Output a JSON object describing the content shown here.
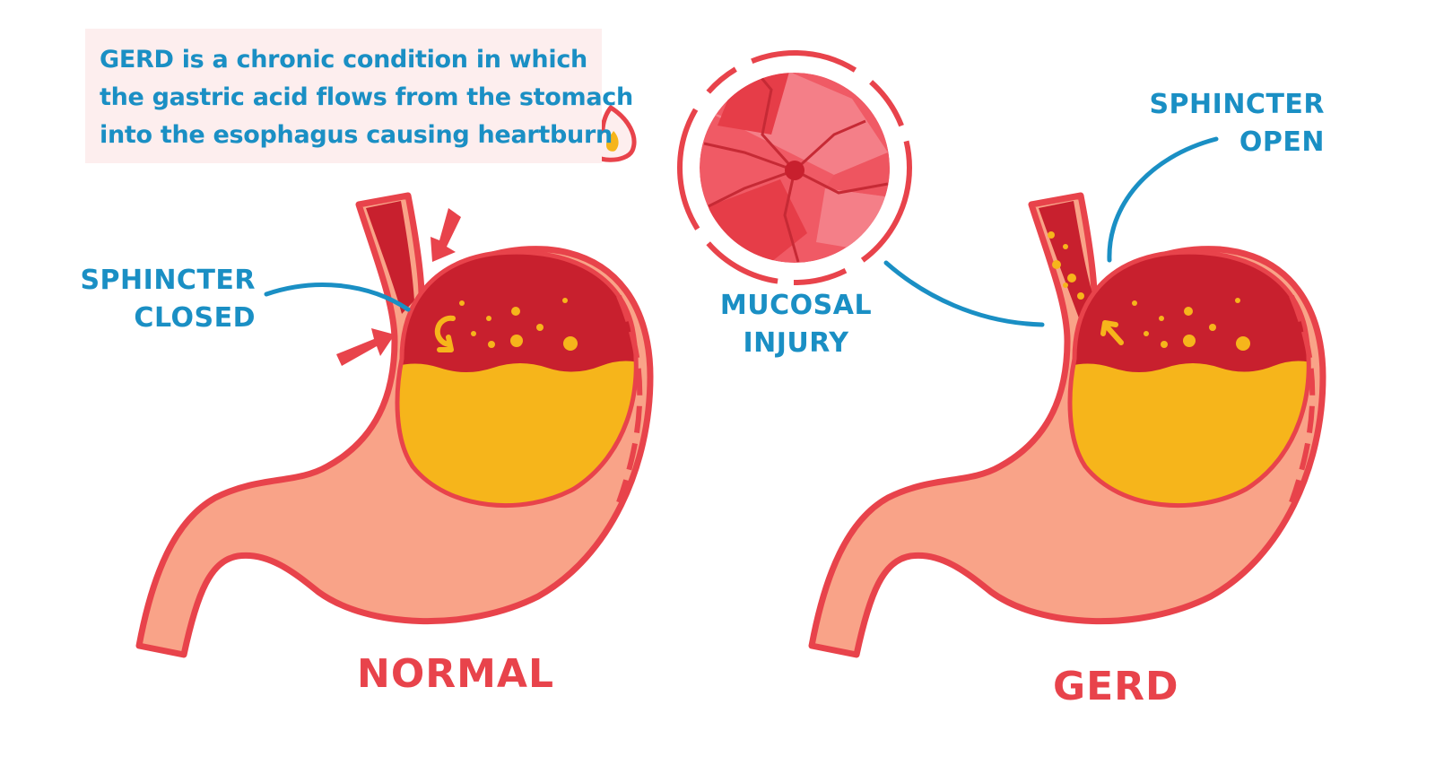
{
  "info_box": {
    "lines": [
      "GERD is a chronic condition in which",
      "the gastric acid flows from the stomach",
      "into the esophagus causing heartburn"
    ]
  },
  "labels": {
    "sphincter_closed": [
      "SPHINCTER",
      "CLOSED"
    ],
    "mucosal_injury": [
      "MUCOSAL",
      "INJURY"
    ],
    "sphincter_open": [
      "SPHINCTER",
      "OPEN"
    ],
    "normal": "NORMAL",
    "gerd": "GERD"
  },
  "icons": {
    "fire": "fire-icon",
    "arrow": "arrow-icon"
  },
  "colors": {
    "outline": "#e8434b",
    "stomach": "#f9a388",
    "acid_zone": "#c8202e",
    "fluid": "#f6b51b",
    "bubble": "#f6b51b",
    "label_blue": "#1a8fc4",
    "info_bg": "#fdeeee"
  }
}
